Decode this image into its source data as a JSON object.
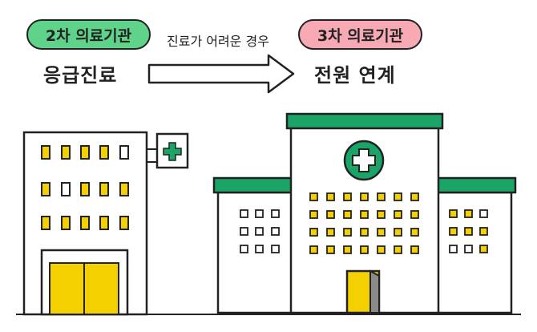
{
  "left": {
    "badge": "2차 의료기관",
    "label": "응급진료",
    "badge_color": "#5fd38a"
  },
  "right": {
    "badge": "3차 의료기관",
    "label": "전원 연계",
    "badge_color": "#f7a9b4"
  },
  "arrow": {
    "text": "진료가 어려운 경우"
  },
  "colors": {
    "green": "#1aa566",
    "yellow": "#f5d000",
    "outline": "#222222"
  },
  "icons": {
    "clinic_sign": "medical-cross-icon",
    "hospital_emblem": "medical-cross-icon"
  }
}
